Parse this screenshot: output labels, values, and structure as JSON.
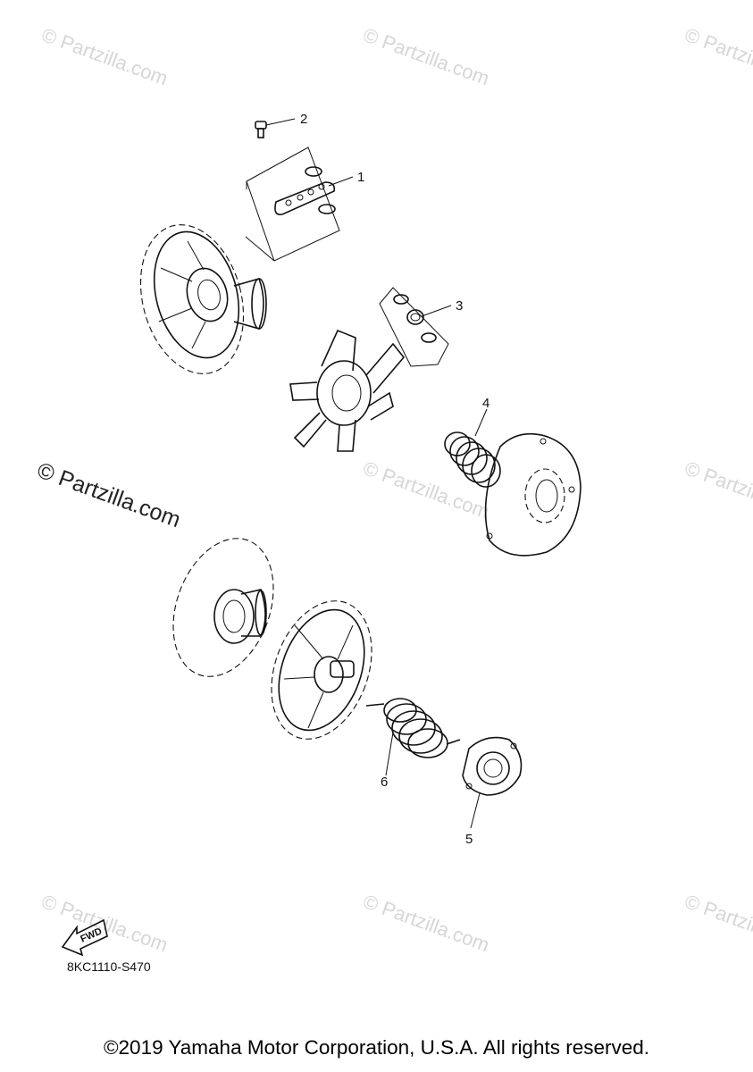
{
  "watermarks": {
    "small": "© Partzilla.com",
    "large": "© Partzilla.com"
  },
  "callouts": [
    {
      "id": "1",
      "label": "1"
    },
    {
      "id": "2",
      "label": "2"
    },
    {
      "id": "3",
      "label": "3"
    },
    {
      "id": "4",
      "label": "4"
    },
    {
      "id": "5",
      "label": "5"
    },
    {
      "id": "6",
      "label": "6"
    }
  ],
  "fwd_label": "FWD",
  "diagram_code": "8KC1110-S470",
  "copyright": "©2019 Yamaha Motor Corporation, U.S.A. All rights reserved."
}
